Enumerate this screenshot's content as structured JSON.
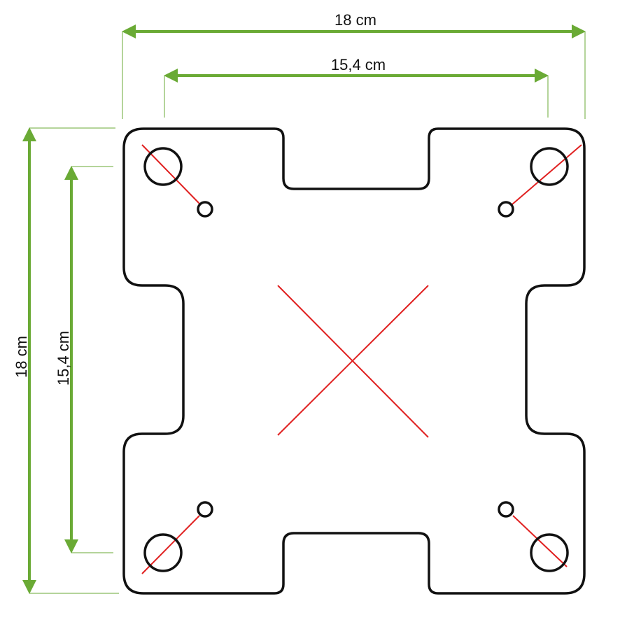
{
  "colors": {
    "dimension": "#6aaa35",
    "marks": "#e02020",
    "outline": "#111111"
  },
  "dimensions": {
    "outer_width": "18 cm",
    "hole_spacing_width": "15,4 cm",
    "outer_height": "18 cm",
    "hole_spacing_height": "15,4 cm"
  }
}
